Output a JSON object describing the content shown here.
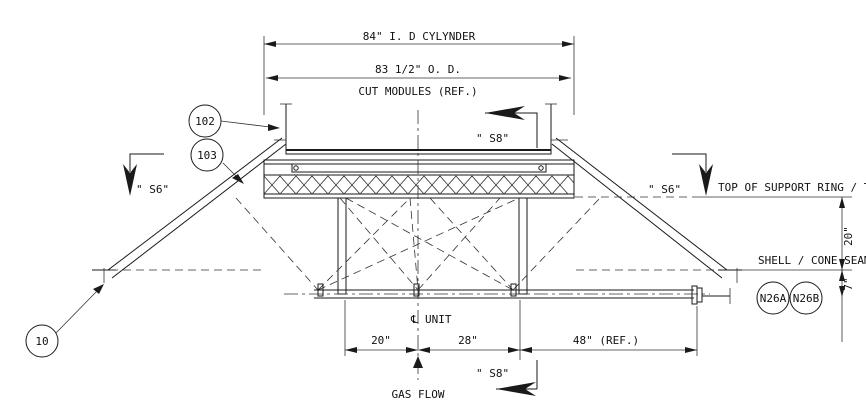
{
  "dimensions": {
    "id_cylinder": "84\" I. D CYLYNDER",
    "od": "83 1/2\" O. D.",
    "cut_modules": "CUT MODULES (REF.)",
    "height_20": "20\"",
    "height_7": "7\"",
    "bottom_20": "20\"",
    "bottom_28": "28\"",
    "bottom_48": "48\" (REF.)"
  },
  "labels": {
    "centerline": "UNIT",
    "gas_flow": "GAS FLOW",
    "top_support": "TOP OF SUPPORT RING / TEE",
    "shell_cone_seam": "SHELL / CONE SEAM"
  },
  "sections": {
    "s8_top": "\" S8\"",
    "s8_bottom": "\" S8\"",
    "s6_left": "\" S6\"",
    "s6_right": "\" S6\""
  },
  "callouts": {
    "c102": "102",
    "c103": "103",
    "c10": "10",
    "n26a": "N26A",
    "n26b": "N26B"
  }
}
